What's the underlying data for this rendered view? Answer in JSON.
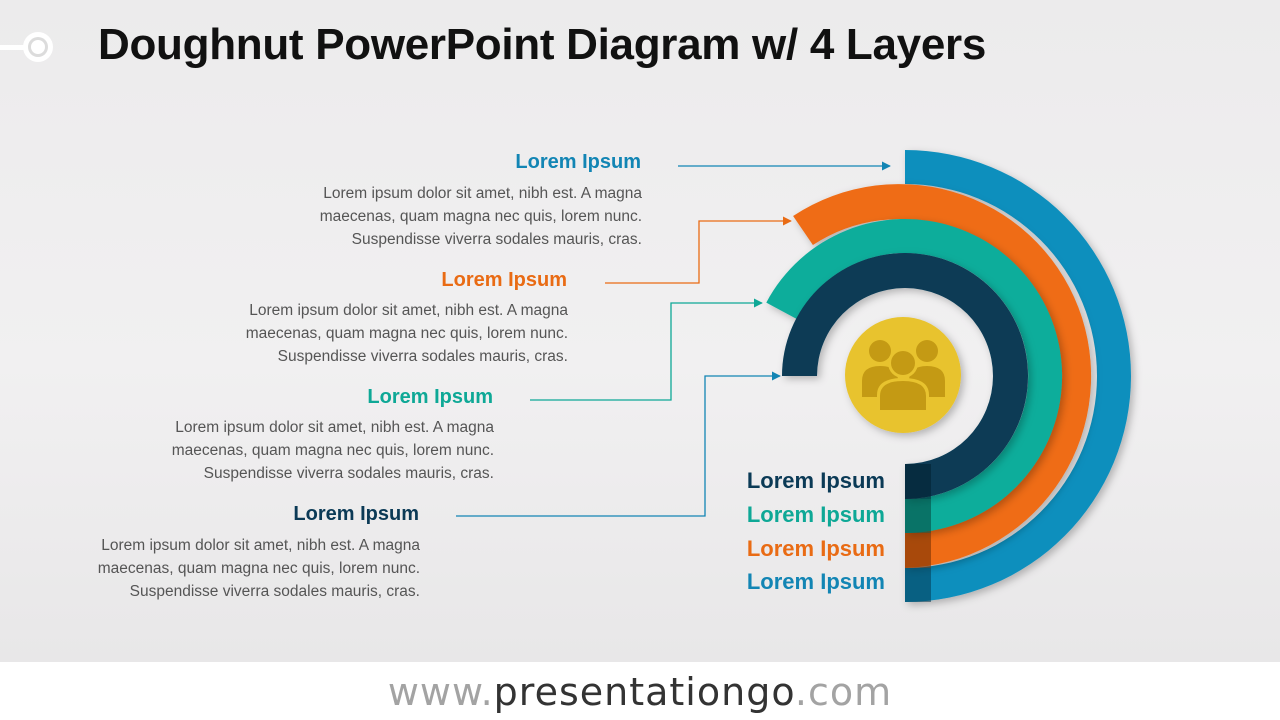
{
  "title": "Doughnut PowerPoint Diagram w/ 4 Layers",
  "colors": {
    "blue": "#0f8fbd",
    "orange": "#ef6c16",
    "teal": "#0fad9b",
    "navy": "#073a55",
    "gold": "#e8c32f",
    "gold_dark": "#c49a14"
  },
  "items": [
    {
      "heading": "Lorem Ipsum",
      "color": "#1285b4",
      "lines": [
        "Lorem ipsum dolor sit amet, nibh est. A magna",
        "maecenas, quam magna nec quis, lorem nunc.",
        "Suspendisse viverra sodales mauris, cras."
      ]
    },
    {
      "heading": "Lorem Ipsum",
      "color": "#e96b14",
      "lines": [
        "Lorem ipsum dolor sit amet, nibh est. A magna",
        "maecenas, quam magna nec quis, lorem nunc.",
        "Suspendisse viverra sodales mauris, cras."
      ]
    },
    {
      "heading": "Lorem Ipsum",
      "color": "#0ea896",
      "lines": [
        "Lorem ipsum dolor sit amet, nibh est. A magna",
        "maecenas, quam magna nec quis, lorem nunc.",
        "Suspendisse viverra sodales mauris, cras."
      ]
    },
    {
      "heading": "Lorem Ipsum",
      "color": "#0b3a56",
      "lines": [
        "Lorem ipsum dolor sit amet, nibh est. A magna",
        "maecenas, quam magna nec quis, lorem nunc.",
        "Suspendisse viverra sodales mauris, cras."
      ]
    }
  ],
  "legend": [
    {
      "label": "Lorem Ipsum",
      "color": "#0b3a56"
    },
    {
      "label": "Lorem Ipsum",
      "color": "#0ea896"
    },
    {
      "label": "Lorem Ipsum",
      "color": "#e96b14"
    },
    {
      "label": "Lorem Ipsum",
      "color": "#1285b4"
    }
  ],
  "center_icon": "people-group-icon",
  "footer": {
    "prefix": "www.",
    "brand": "presentationgo",
    "suffix": ".com"
  }
}
